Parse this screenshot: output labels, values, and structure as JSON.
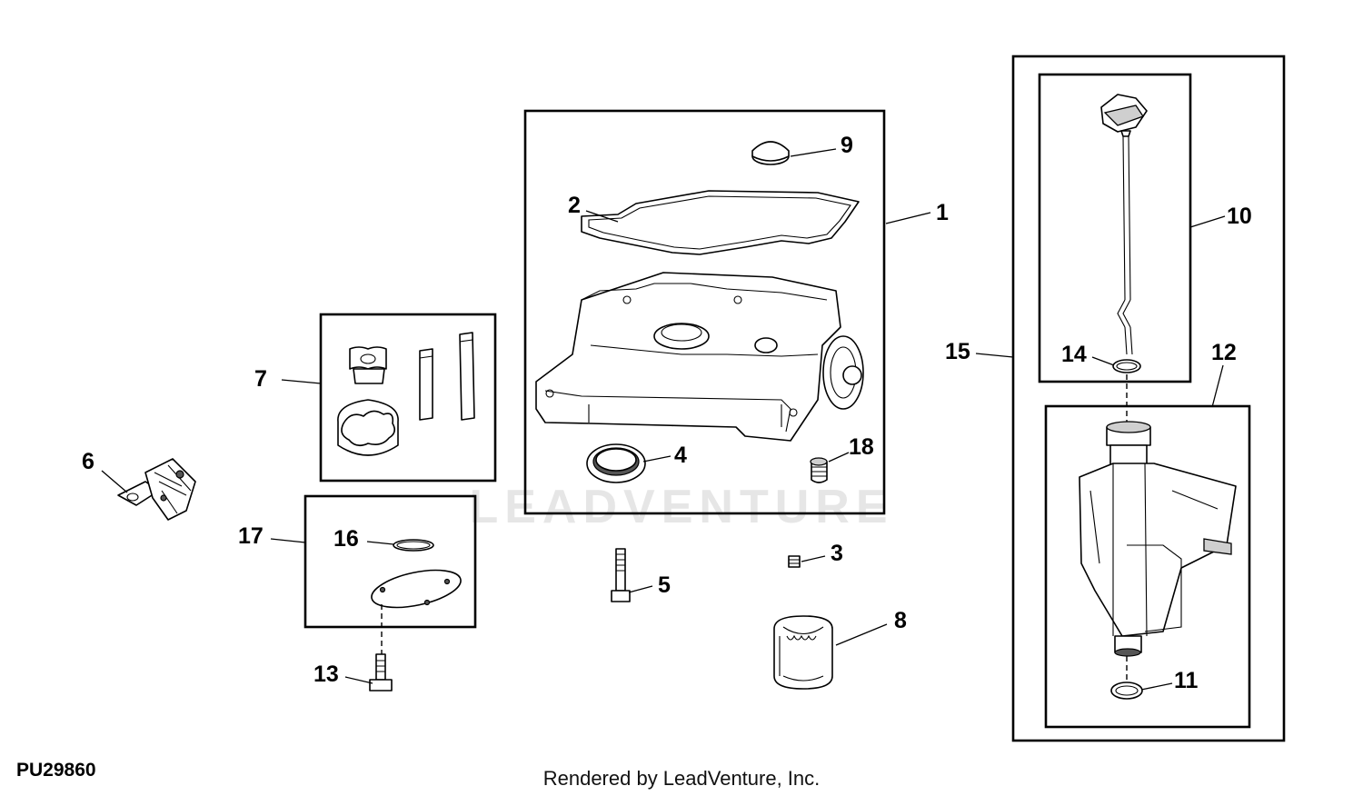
{
  "watermark": "LEADVENTURE",
  "reference_code": "PU29860",
  "footer_text": "Rendered by LeadVenture, Inc.",
  "callouts": {
    "c1": "1",
    "c2": "2",
    "c3": "3",
    "c4": "4",
    "c5": "5",
    "c6": "6",
    "c7": "7",
    "c8": "8",
    "c9": "9",
    "c10": "10",
    "c11": "11",
    "c12": "12",
    "c13": "13",
    "c14": "14",
    "c15": "15",
    "c16": "16",
    "c17": "17",
    "c18": "18"
  },
  "colors": {
    "line": "#000000",
    "background": "#ffffff",
    "watermark": "#e6e6e6"
  }
}
